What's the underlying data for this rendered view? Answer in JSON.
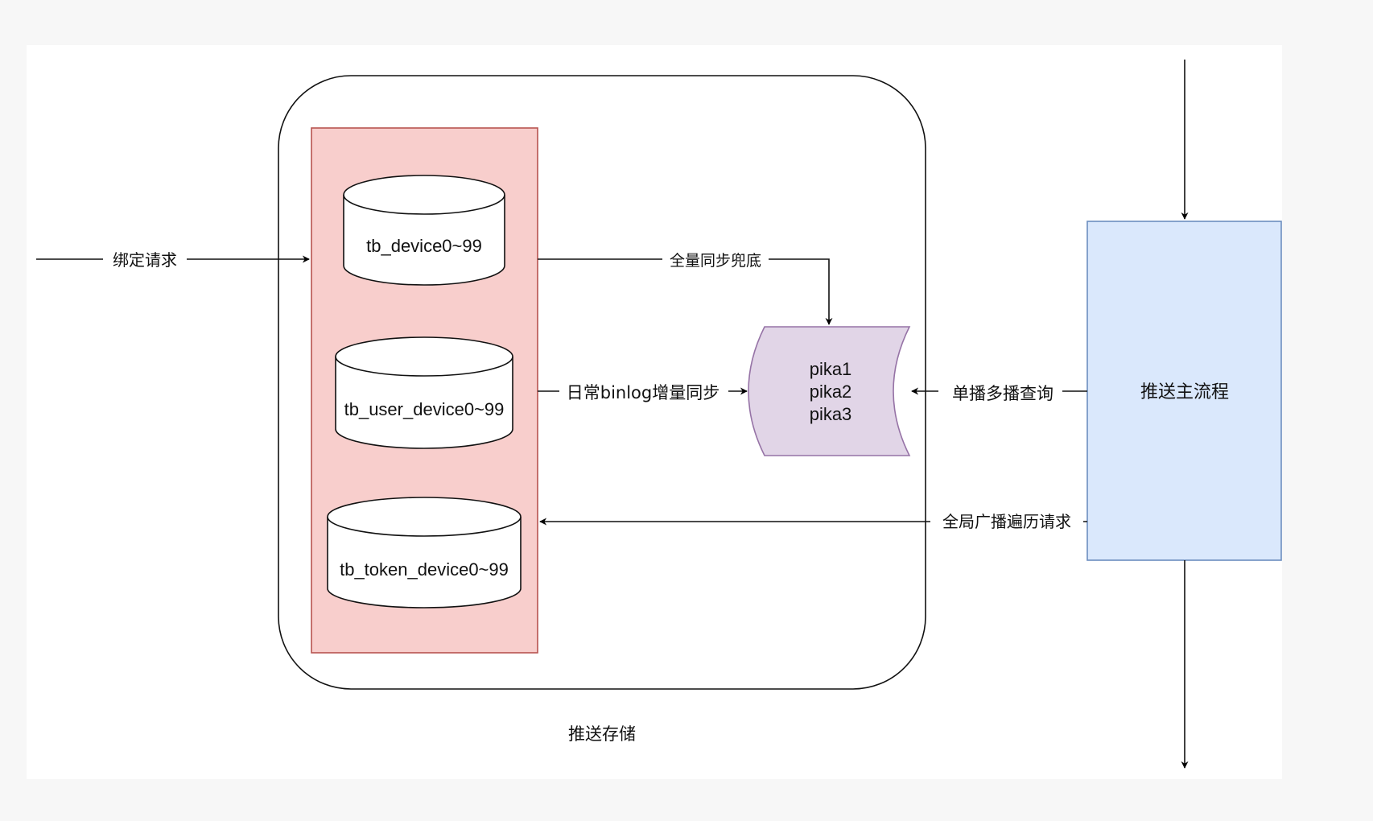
{
  "diagram": {
    "storage_group_label": "推送存储",
    "tables": [
      {
        "label": "tb_device0~99"
      },
      {
        "label": "tb_user_device0~99"
      },
      {
        "label": "tb_token_device0~99"
      }
    ],
    "pika_nodes": [
      "pika1",
      "pika2",
      "pika3"
    ],
    "main_process_label": "推送主流程",
    "edges": {
      "bind_request": "绑定请求",
      "full_sync_fallback": "全量同步兜底",
      "daily_binlog_sync": "日常binlog增量同步",
      "unicast_multicast_query": "单播多播查询",
      "broadcast_traverse_request": "全局广播遍历请求"
    },
    "colors": {
      "storage_panel_fill": "#f8cecc",
      "storage_panel_stroke": "#b85450",
      "pika_fill": "#e1d5e7",
      "pika_stroke": "#9673a6",
      "main_process_fill": "#dae8fc",
      "main_process_stroke": "#6c8ebf",
      "canvas_bg": "#ffffff",
      "outer_bg": "#f7f7f7"
    }
  }
}
